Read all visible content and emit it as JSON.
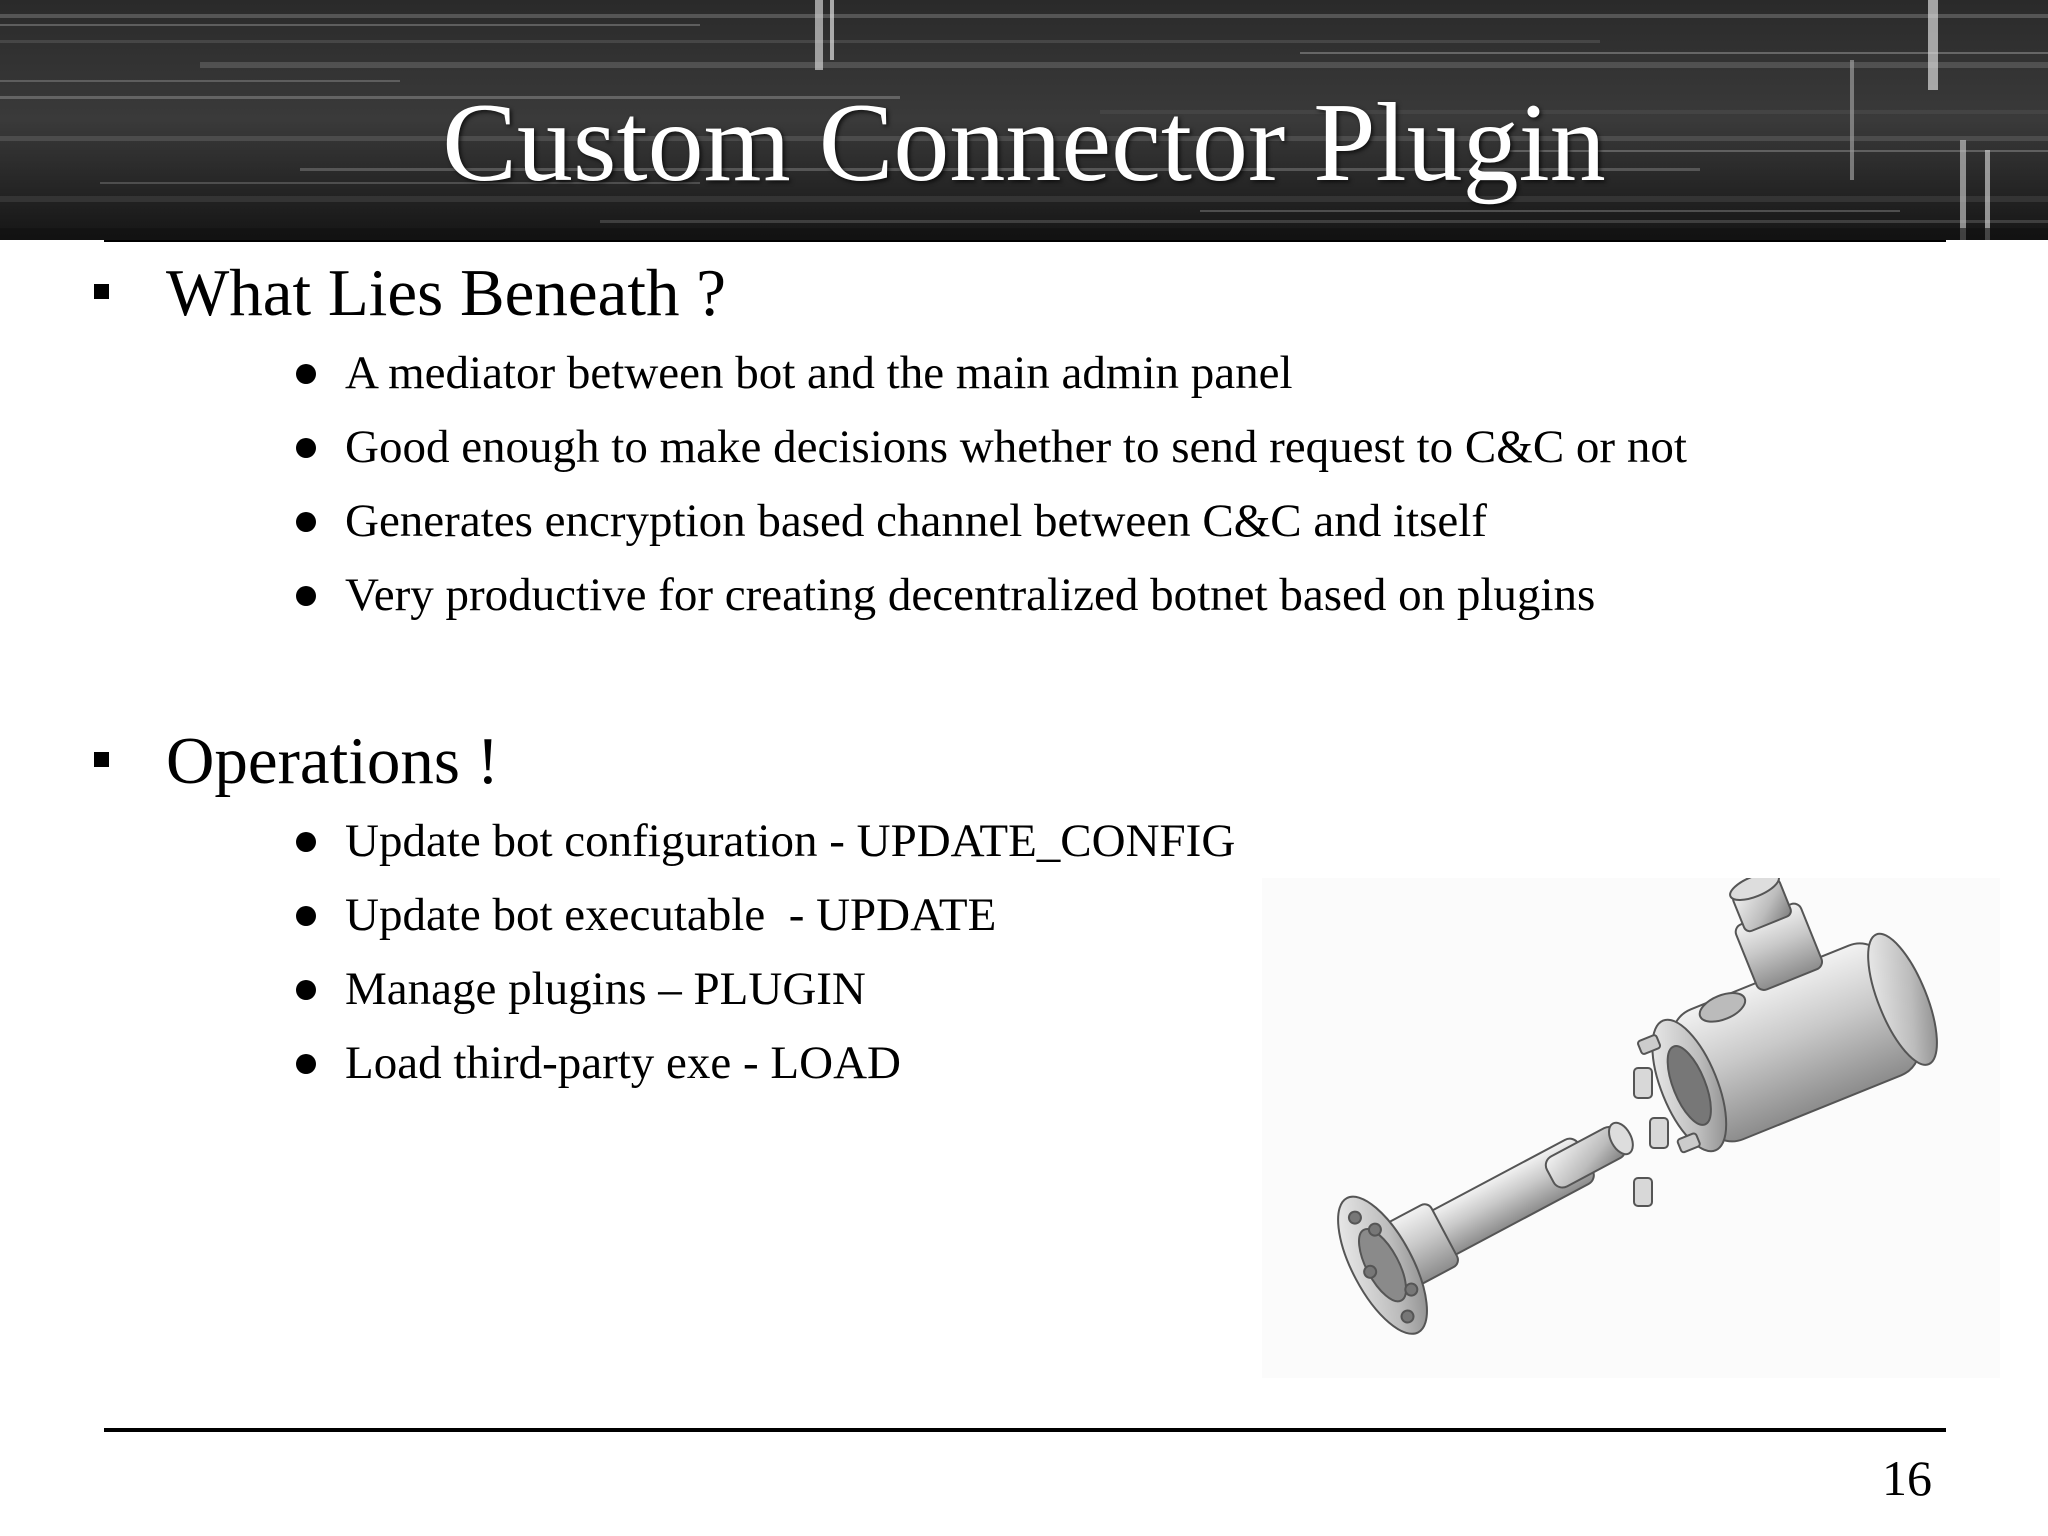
{
  "slide": {
    "title": "Custom Connector Plugin",
    "page_number": "16"
  },
  "sections": [
    {
      "heading": "What Lies Beneath ?",
      "items": [
        "A mediator between bot and the main admin panel",
        "Good enough to make decisions whether to send request to C&C or not",
        "Generates encryption based channel between C&C and itself",
        "Very productive for creating decentralized botnet based on plugins"
      ]
    },
    {
      "heading": "Operations !",
      "items": [
        "Update bot configuration - UPDATE_CONFIG",
        "Update bot executable  - UPDATE",
        "Manage plugins – PLUGIN",
        "Load third-party exe - LOAD"
      ]
    }
  ],
  "image": {
    "description_icon": "connector-hardware-image"
  }
}
